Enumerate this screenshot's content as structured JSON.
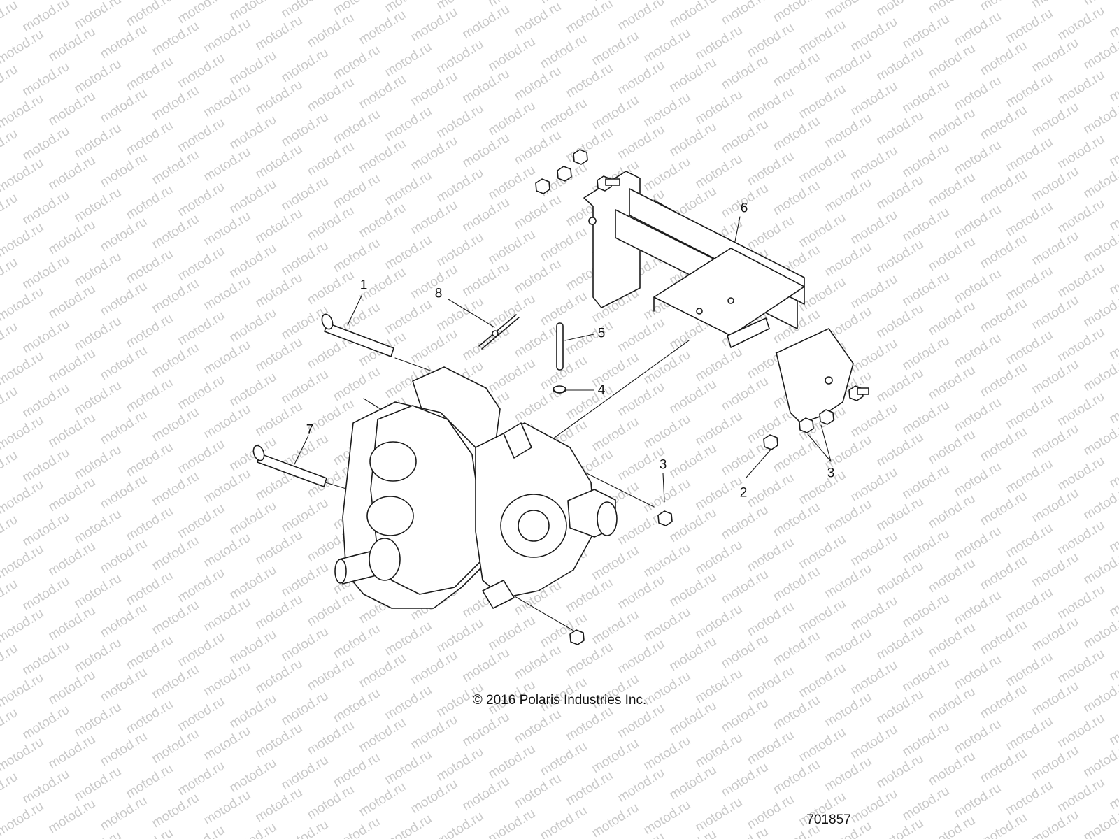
{
  "watermark": {
    "text": "motod.ru",
    "color": "#c9c9c9"
  },
  "callouts": [
    {
      "id": "1",
      "label": "1"
    },
    {
      "id": "2",
      "label": "2"
    },
    {
      "id": "3a",
      "label": "3"
    },
    {
      "id": "3b",
      "label": "3"
    },
    {
      "id": "4",
      "label": "4"
    },
    {
      "id": "5",
      "label": "5"
    },
    {
      "id": "6",
      "label": "6"
    },
    {
      "id": "7",
      "label": "7"
    },
    {
      "id": "8",
      "label": "8"
    }
  ],
  "copyright": "© 2016 Polaris Industries Inc.",
  "document_number": "701857",
  "parts": [
    {
      "name": "transmission-assembly"
    },
    {
      "name": "long-bolt-1"
    },
    {
      "name": "long-bolt-7"
    },
    {
      "name": "mount-bracket-6"
    },
    {
      "name": "pin-5"
    },
    {
      "name": "clip-4"
    },
    {
      "name": "cable-tie-8"
    },
    {
      "name": "flange-nut"
    },
    {
      "name": "bolt-2"
    }
  ]
}
